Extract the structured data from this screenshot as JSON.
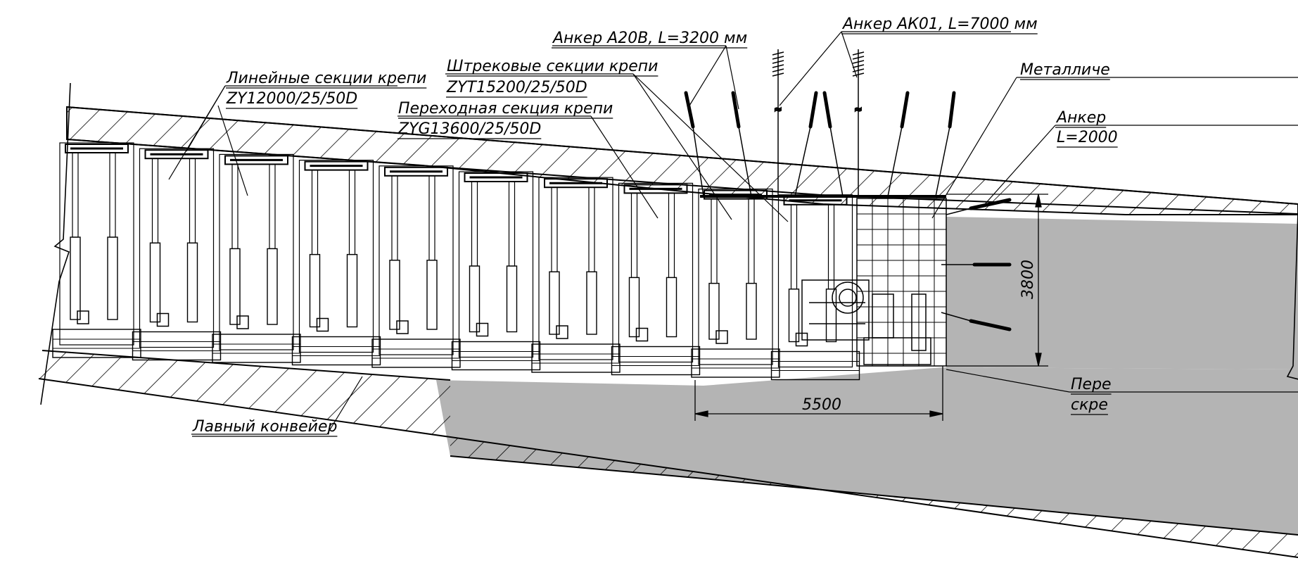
{
  "labels": {
    "linear_sections": "Линейные секции крепи",
    "linear_model": "ZY12000/25/50D",
    "transition_section": "Переходная секция крепи",
    "transition_model": "ZYG13600/25/50D",
    "gate_sections": "Штрековые секции крепи",
    "gate_model": "ZYT15200/25/50D",
    "anchor_a20b": "Анкер А20В, L=3200 мм",
    "anchor_ak01": "Анкер АК01, L=7000 мм",
    "metal_partial": "Металличе",
    "anchor_partial_1": "Анкер",
    "anchor_partial_2": "L=2000",
    "conveyor": "Лавный конвейер",
    "transfer_partial_1": "Пере",
    "transfer_partial_2": "скре"
  },
  "dimensions": {
    "width": "5500",
    "height": "3800"
  },
  "colors": {
    "line": "#000000",
    "fill_gray": "#b4b4b4",
    "background": "#ffffff"
  }
}
